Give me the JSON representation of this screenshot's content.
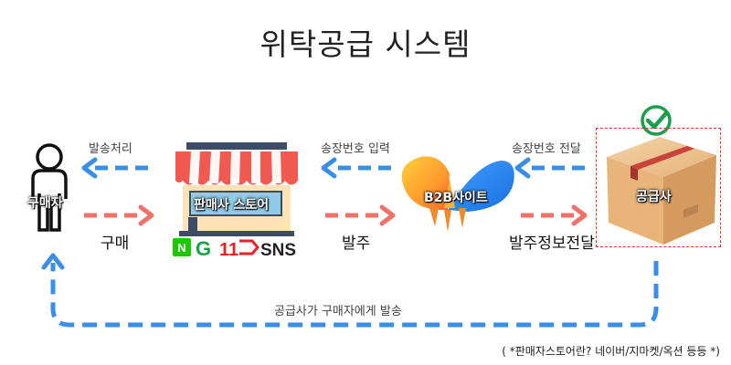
{
  "title": "위탁공급 시스템",
  "nodes": {
    "buyer": "구매자",
    "store": "판매사 스토어",
    "b2b": "B2B사이트",
    "supplier": "공급사"
  },
  "flows": {
    "dispatch_processing": "발송처리",
    "purchase": "구매",
    "tracking_input": "송장번호 입력",
    "order": "발주",
    "tracking_delivery": "송장번호 전달",
    "order_info_delivery": "발주정보전달",
    "supplier_to_buyer": "공급사가  구매자에게  발송"
  },
  "marketplaces": [
    "N",
    "G",
    "11",
    "SNS"
  ],
  "footnote": "( *판매자스토어란? 네이버/지마켓/옥션 등등 *)",
  "colors": {
    "blue_arrow": "#3a8ee6",
    "red_arrow": "#f0706a",
    "supplier_border": "#e0302a",
    "check": "#1e9e4a"
  }
}
